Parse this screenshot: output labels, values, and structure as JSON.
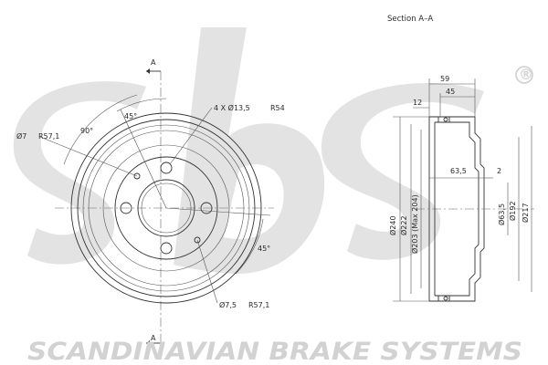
{
  "watermark": {
    "brand": "SCANDINAVIAN BRAKE SYSTEMS",
    "registered_mark": "®"
  },
  "front_view": {
    "section_marker_top": "A",
    "section_marker_bottom": "A",
    "label_phi7": "Ø7",
    "label_r57_1_top": "R57,1",
    "label_90deg": "90°",
    "label_45deg_top": "45°",
    "label_45deg_bottom": "45°",
    "label_bolt_holes": "4 X Ø13,5",
    "label_r54": "R54",
    "label_phi7_5": "Ø7,5",
    "label_r57_1_bottom": "R57,1"
  },
  "section_view": {
    "title": "Section A–A",
    "dim_59": "59",
    "dim_45": "45",
    "dim_12": "12",
    "dim_63_5": "63,5",
    "dim_2": "2",
    "dia_240": "Ø240",
    "dia_222": "Ø222",
    "dia_203": "Ø203 (Max 204)",
    "dia_63_5": "Ø63,5",
    "dia_192": "Ø192",
    "dia_217": "Ø217"
  },
  "colors": {
    "line": "#333333",
    "watermark": "#d4d4d4"
  }
}
